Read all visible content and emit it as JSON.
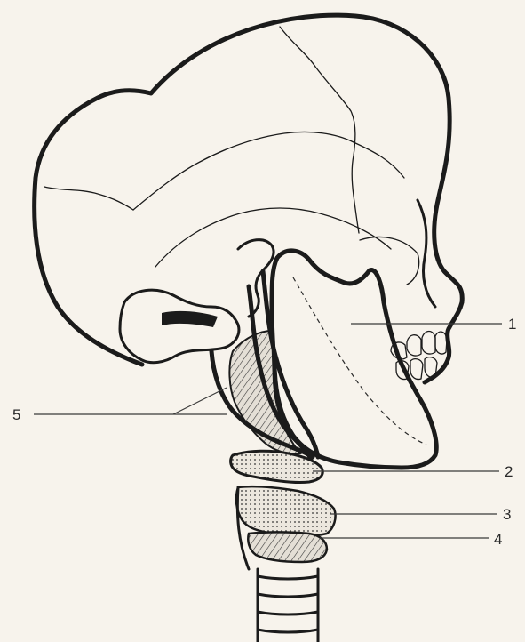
{
  "labels": {
    "l1": "1",
    "l2": "2",
    "l3": "3",
    "l4": "4",
    "l5": "5"
  },
  "colors": {
    "background": "#f7f3ec",
    "ink": "#1b1b1b",
    "hatch_fill": "#d9d4cc"
  }
}
